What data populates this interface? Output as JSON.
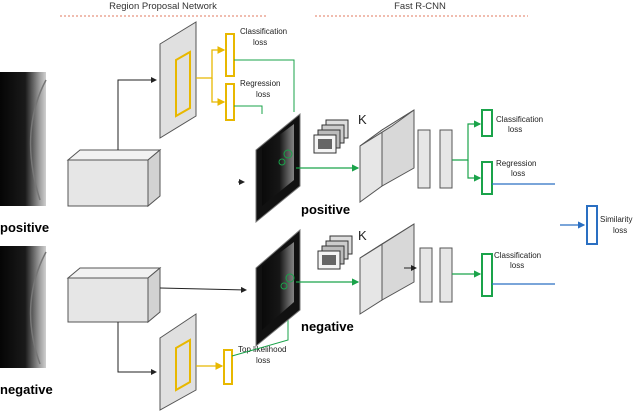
{
  "headers": {
    "rpn": "Region Proposal Network",
    "fast_rcnn": "Fast R-CNN"
  },
  "inputs": {
    "positive": "positive",
    "negative": "negative"
  },
  "rpn_losses": {
    "classification": [
      "Classification",
      "loss"
    ],
    "regression": [
      "Regression",
      "loss"
    ],
    "top_likelihood": [
      "Top likelihood",
      "loss"
    ]
  },
  "proposal_labels": {
    "positive": "positive",
    "negative": "negative"
  },
  "roi_count_label": "K",
  "head_losses_positive": {
    "classification": [
      "Classification",
      "loss"
    ],
    "regression": [
      "Regression",
      "loss"
    ]
  },
  "head_losses_negative": {
    "classification": [
      "Classification",
      "loss"
    ]
  },
  "similarity_loss": [
    "Similarity",
    "loss"
  ],
  "colors": {
    "rpn_accent": "#e8b800",
    "fast_rcnn_accent": "#1aa34a",
    "similarity_accent": "#2a6fc2",
    "header_underline": "#e07a5f",
    "box_fill": "#e6e6e6",
    "box_stroke": "#555555"
  }
}
